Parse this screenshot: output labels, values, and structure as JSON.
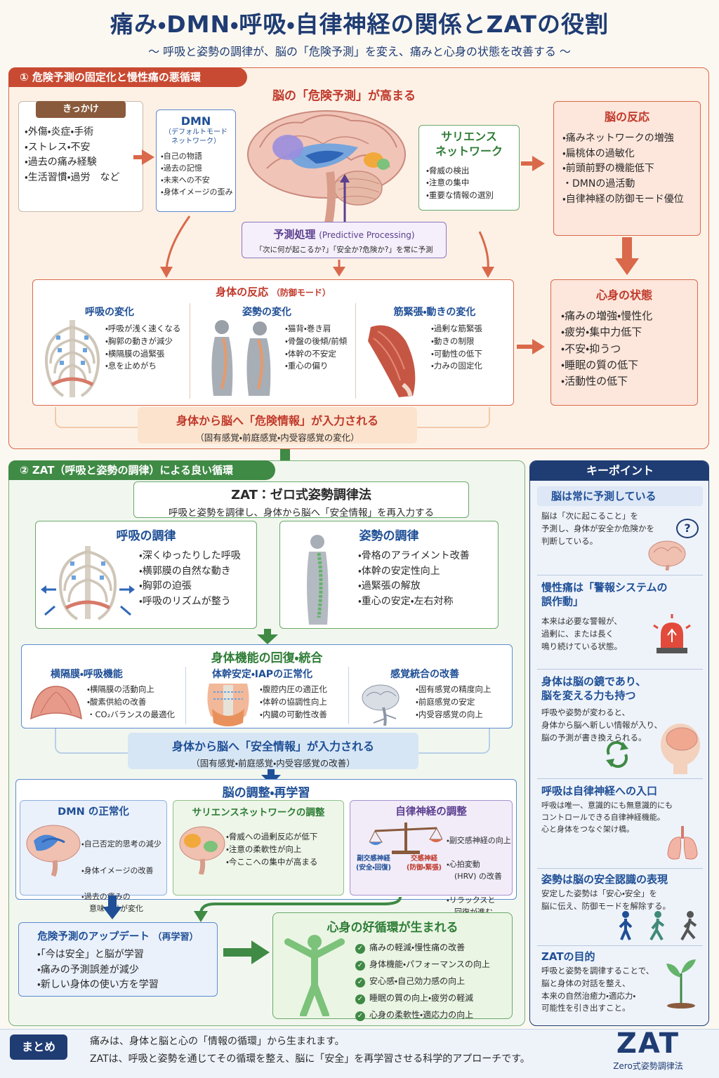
{
  "title": "痛み・DMN・呼吸・自律神経の関係とZATの役割",
  "subtitle": "〜 呼吸と姿勢の調律が、脳の「危険予測」を変え、痛みと心身の状態を改善する 〜",
  "section1": {
    "tag": "① 危険予測の固定化と慢性痛の悪循環",
    "brain_heading": "脳の「危険予測」が高まる",
    "trigger": {
      "heading": "きっかけ",
      "items": [
        "・外傷・炎症・手術",
        "・ストレス・不安",
        "・過去の痛み経験",
        "・生活習慣・過労　など"
      ]
    },
    "dmn": {
      "title": "DMN",
      "subtitle": "（デフォルトモード\nネットワーク）",
      "items": [
        "・自己の物語",
        "・過去の記憶",
        "・未来への不安",
        "・身体イメージの歪み"
      ]
    },
    "salience": {
      "title": "サリエンス\nネットワーク",
      "items": [
        "・脅威の検出",
        "・注意の集中",
        "・重要な情報の選別"
      ]
    },
    "brain_reaction": {
      "title": "脳の反応",
      "items": [
        "・痛みネットワークの増強",
        "・扁桃体の過敏化",
        "・前頭前野の機能低下",
        "・DMNの過活動",
        "・自律神経の防御モード優位"
      ]
    },
    "prediction": {
      "title": "予測処理",
      "title_en": "(Predictive Processing)",
      "text": "「次に何が起こるか?」「安全か?危険か?」を常に予測"
    },
    "body_reaction": {
      "title": "身体の反応",
      "title_sub": "（防御モード）",
      "breath": {
        "title": "呼吸の変化",
        "items": [
          "・呼吸が浅く速くなる",
          "・胸郭の動きが減少",
          "・横隔膜の過緊張",
          "・息を止めがち"
        ]
      },
      "posture": {
        "title": "姿勢の変化",
        "items": [
          "・猫背・巻き肩",
          "・骨盤の後傾/前傾",
          "・体幹の不安定",
          "・重心の偏り"
        ]
      },
      "muscle": {
        "title": "筋緊張・動きの変化",
        "items": [
          "・過剰な筋緊張",
          "・動きの制限",
          "・可動性の低下",
          "・力みの固定化"
        ]
      }
    },
    "mind_body": {
      "title": "心身の状態",
      "items": [
        "・痛みの増強・慢性化",
        "・疲労・集中力低下",
        "・不安・抑うつ",
        "・睡眠の質の低下",
        "・活動性の低下"
      ]
    },
    "danger_input": {
      "title": "身体から脳へ「危険情報」が入力される",
      "sub": "（固有感覚・前庭感覚・内受容感覚の変化）"
    }
  },
  "section2": {
    "tag": "② ZAT（呼吸と姿勢の調律）による良い循環",
    "zat": {
      "title": "ZAT：ゼロ式姿勢調律法",
      "sub": "呼吸と姿勢を調律し、身体から脳へ「安全情報」を再入力する"
    },
    "breath_tuning": {
      "title": "呼吸の調律",
      "items": [
        "・深くゆったりした呼吸",
        "・横郭膜の自然な動き",
        "・胸郭の迫張",
        "・呼吸のリズムが整う"
      ]
    },
    "posture_tuning": {
      "title": "姿勢の調律",
      "items": [
        "・骨格のアライメント改善",
        "・体幹の安定性向上",
        "・過緊張の解放",
        "・重心の安定・左右対称"
      ]
    },
    "recovery": {
      "title": "身体機能の回復・統合",
      "diaphragm": {
        "title": "横隔膜・呼吸機能",
        "items": [
          "・横隔膜の活動向上",
          "・酸素供給の改善",
          "・CO₂バランスの最適化"
        ]
      },
      "core": {
        "title": "体幹安定・IAPの正常化",
        "items": [
          "・腹腔内圧の適正化",
          "・体幹の協調性向上",
          "・内臓の可動性改善"
        ]
      },
      "sensory": {
        "title": "感覚統合の改善",
        "items": [
          "・固有感覚の精度向上",
          "・前庭感覚の安定",
          "・内受容感覚の向上"
        ]
      }
    },
    "safety_input": {
      "title": "身体から脳へ「安全情報」が入力される",
      "sub": "（固有感覚・前庭感覚・内受容感覚の改善）"
    },
    "brain_relearn": {
      "title": "脳の調整・再学習",
      "dmn": {
        "title": "DMN の正常化",
        "items": [
          "・自己否定的思考の減少",
          "・身体イメージの改善",
          "・過去の痛みの\n　意味づけが変化"
        ]
      },
      "salience": {
        "title": "サリエンスネットワークの調整",
        "items": [
          "・脅威への過剰反応が低下",
          "・注意の柔軟性が向上",
          "・今ここへの集中が高まる"
        ]
      },
      "ans": {
        "title": "自律神経の調整",
        "para_label": "副交感神経\n(安全・回復)",
        "symp_label": "交感神経\n(防御・緊張)",
        "items": [
          "・副交感神経の向上",
          "・心拍変動\n　(HRV) の改善",
          "・リラックスと\n　回復が進む"
        ]
      }
    },
    "update": {
      "title": "危険予測のアップデート",
      "title_sub": "（再学習）",
      "items": [
        "・「今は安全」と脳が学習",
        "・痛みの予測誤差が減少",
        "・新しい身体の使い方を学習"
      ]
    },
    "good_cycle": {
      "title": "心身の好循環が生まれる",
      "items": [
        "痛みの軽減・慢性痛の改善",
        "身体機能・パフォーマンスの向上",
        "安心感・自己効力感の向上",
        "睡眠の質の向上・疲労の軽減",
        "心身の柔軟性・適応力の向上"
      ]
    }
  },
  "keypoints": {
    "heading": "キーポイント",
    "k1": {
      "title": "脳は常に予測している",
      "text": "脳は「次に起こること」を\n予測し、身体が安全か危険かを\n判断している。"
    },
    "k2": {
      "title": "慢性痛は「警報システムの\n誤作動」",
      "text": "本来は必要な警報が、\n過剰に、または長く\n鳴り続けている状態。"
    },
    "k3": {
      "title": "身体は脳の鏡であり、\n脳を変える力も持つ",
      "text": "呼吸や姿勢が変わると、\n身体から脳へ新しい情報が入り、\n脳の予測が書き換えられる。"
    },
    "k4": {
      "title": "呼吸は自律神経への入口",
      "text": "呼吸は唯一、意識的にも無意識的にも\nコントロールできる自律神経機能。\n心と身体をつなぐ架け橋。"
    },
    "k5": {
      "title": "姿勢は脳の安全認識の表現",
      "text": "安定した姿勢は「安心・安全」を\n脳に伝え、防御モードを解除する。"
    },
    "k6": {
      "title": "ZATの目的",
      "text": "呼吸と姿勢を調律することで、\n脳と身体の対話を整え、\n本来の自然治癒力・適応力・\n可能性を引き出すこと。"
    }
  },
  "footer": {
    "badge": "まとめ",
    "line1": "痛みは、身体と脳と心の「情報の循環」から生まれます。",
    "line2": "ZATは、呼吸と姿勢を通じてその循環を整え、脳に「安全」を再学習させる科学的アプローチです。",
    "logo": "ZAT",
    "logo_sub": "Zero式姿勢調律法"
  },
  "colors": {
    "navy": "#1f3c73",
    "orange": "#c94a32",
    "green": "#3f8a45",
    "purple": "#5b3e8f"
  }
}
